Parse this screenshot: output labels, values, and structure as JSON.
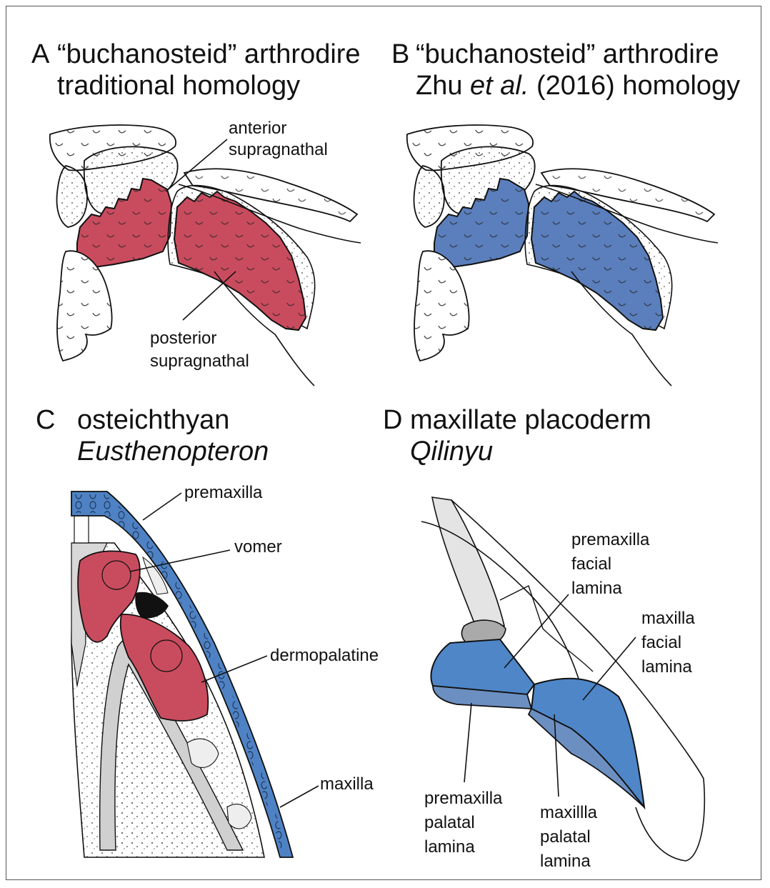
{
  "panels": {
    "a": {
      "letter": "A",
      "title_line1": "“buchanosteid” arthrodire",
      "title_line2": "traditional homology",
      "labels": {
        "anterior": [
          "anterior",
          "supragnathal"
        ],
        "posterior": [
          "posterior",
          "supragnathal"
        ]
      },
      "fill_color": "#c94c5e"
    },
    "b": {
      "letter": "B",
      "title_line1": "“buchanosteid” arthrodire",
      "title_line2_prefix": "Zhu ",
      "title_line2_italic": "et al.",
      "title_line2_suffix": " (2016) homology",
      "fill_color": "#5b7fbd"
    },
    "c": {
      "letter": "C",
      "title_line1": "osteichthyan",
      "title_line2": "Eusthenopteron",
      "labels": {
        "premaxilla": "premaxilla",
        "vomer": "vomer",
        "dermopalatine": "dermopalatine",
        "maxilla": "maxilla"
      },
      "red_color": "#c94c5e",
      "blue_color": "#4e82c4"
    },
    "d": {
      "letter": "D",
      "title_line1": "maxillate placoderm",
      "title_line2": "Qilinyu",
      "labels": {
        "premaxilla_facial": [
          "premaxilla",
          "facial",
          "lamina"
        ],
        "maxilla_facial": [
          "maxilla",
          "facial",
          "lamina"
        ],
        "premaxilla_palatal": [
          "premaxilla",
          "palatal",
          "lamina"
        ],
        "maxilla_palatal": [
          "maxillla",
          "palatal",
          "lamina"
        ]
      },
      "facial_color": "#4e86c8",
      "palatal_color": "#6c8fc2"
    }
  }
}
